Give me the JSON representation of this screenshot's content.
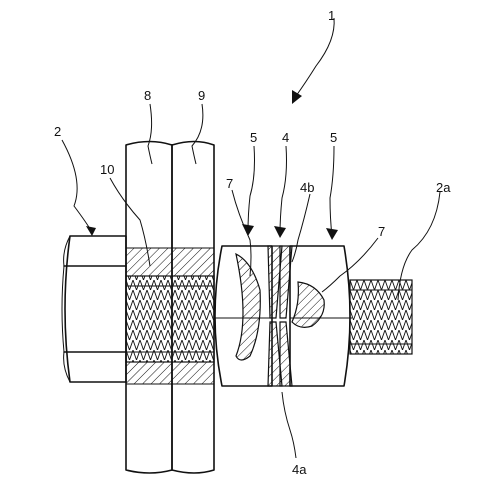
{
  "figure": {
    "labels": {
      "assembly": "1",
      "bolt": "2",
      "bolt_thread": "2a",
      "washer": "4",
      "washer_part_a": "4a",
      "washer_part_b": "4b",
      "nut_left": "5",
      "nut_right": "5",
      "insert_left": "7",
      "insert_right": "7",
      "plate_a": "8",
      "plate_b": "9",
      "bore": "10"
    }
  }
}
